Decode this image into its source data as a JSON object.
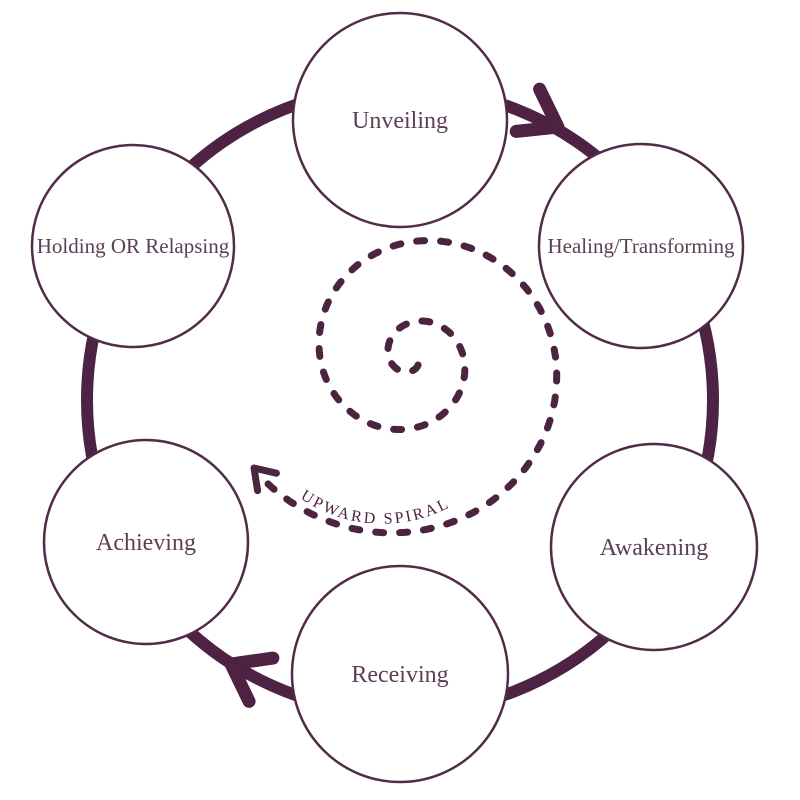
{
  "diagram": {
    "type": "cycle",
    "flow_direction": "clockwise",
    "center_spiral_label": "UPWARD SPIRAL",
    "nodes": [
      {
        "label": "Unveiling",
        "position": "top"
      },
      {
        "label": "Healing/Transforming",
        "position": "top-right"
      },
      {
        "label": "Awakening",
        "position": "bottom-right"
      },
      {
        "label": "Receiving",
        "position": "bottom"
      },
      {
        "label": "Achieving",
        "position": "bottom-left"
      },
      {
        "label": "Holding OR Relapsing",
        "position": "top-left"
      }
    ],
    "icons": {
      "ring_arrowheads": "clockwise-flow-arrowhead",
      "spiral_end": "spiral-arrowhead"
    },
    "colors": {
      "primary": "#4d2242",
      "spiral": "#4b2440",
      "node_border": "#512c49",
      "node_fill": "#ffffff",
      "label_text": "#5d3e54",
      "background": "#ffffff"
    }
  }
}
